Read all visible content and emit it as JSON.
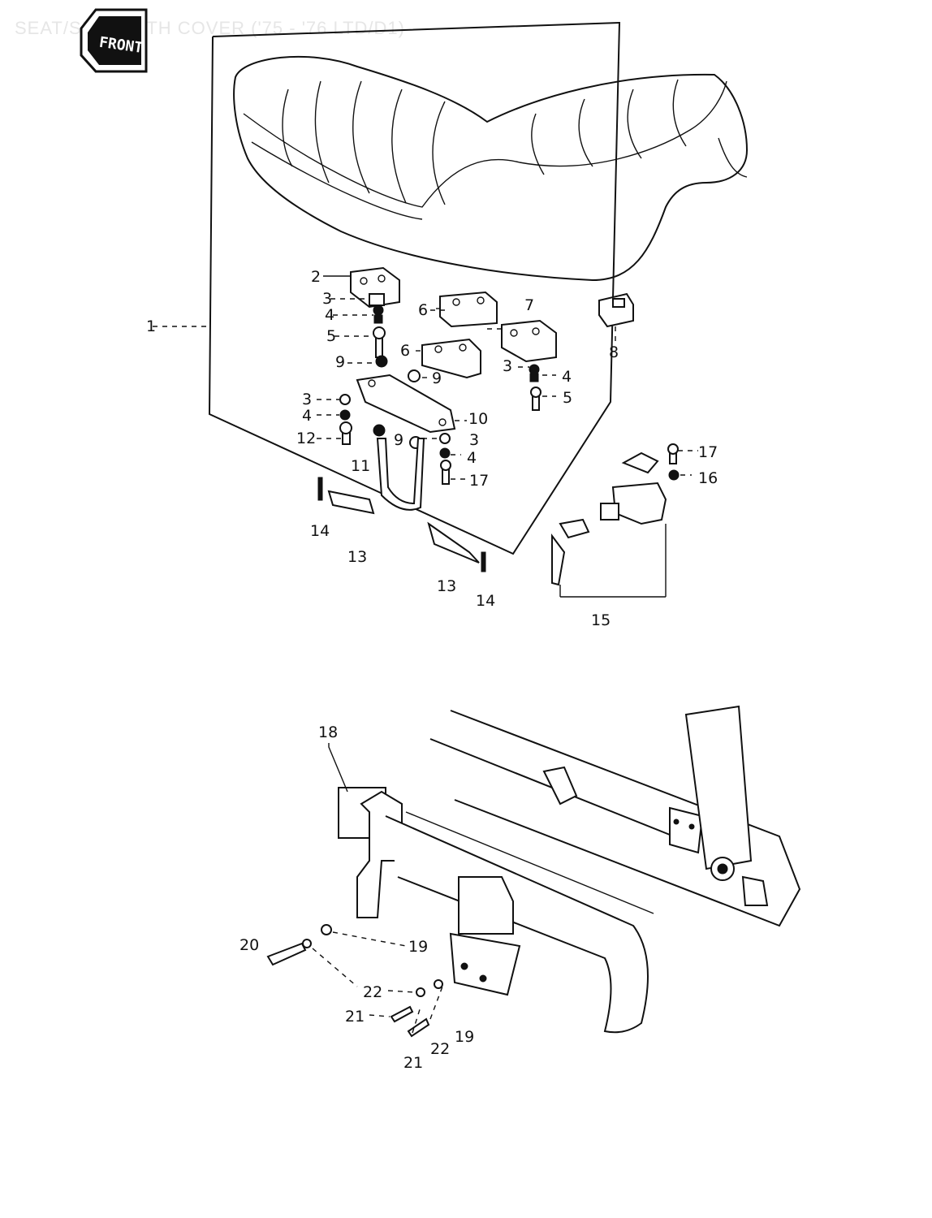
{
  "title": "SEAT/SEAT WITH COVER ('75 - '76 LTD/D1)",
  "front_badge": "FRONT",
  "callouts": {
    "c1": "1",
    "c2": "2",
    "c3a": "3",
    "c4a": "4",
    "c5a": "5",
    "c6a": "6",
    "c7": "7",
    "c8": "8",
    "c6b": "6",
    "c9a": "9",
    "c9b": "9",
    "c3b": "3",
    "c4b": "4",
    "c5b": "5",
    "c3c": "3",
    "c4c": "4",
    "c12": "12",
    "c10": "10",
    "c9c": "9",
    "c3d": "3",
    "c11": "11",
    "c4d": "4",
    "c17a": "17",
    "c14a": "14",
    "c13a": "13",
    "c13b": "13",
    "c14b": "14",
    "c17b": "17",
    "c16": "16",
    "c15": "15",
    "c18": "18",
    "c19a": "19",
    "c20": "20",
    "c22a": "22",
    "c21a": "21",
    "c22b": "22",
    "c19b": "19",
    "c21b": "21"
  }
}
